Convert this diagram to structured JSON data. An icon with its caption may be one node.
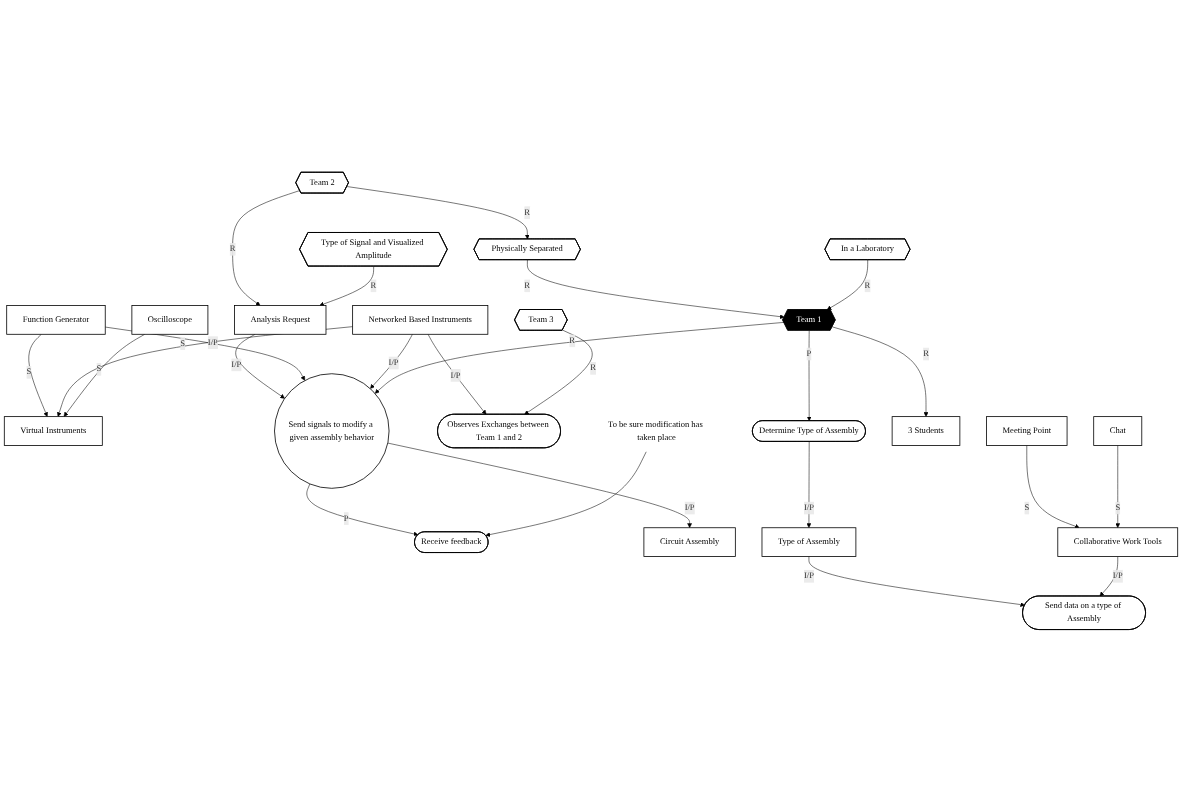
{
  "diagram": {
    "nodes": [
      {
        "text": [
          "Team 2"
        ]
      },
      {
        "text": [
          "Type of Signal and Visualized Amplitude"
        ]
      },
      {
        "text": [
          "Virtual Instruments"
        ]
      },
      {
        "text": [
          "Physically Separated"
        ]
      },
      {
        "text": [
          "Analysis Request"
        ]
      },
      {
        "text": [
          "Function Generator"
        ]
      },
      {
        "text": [
          "Networked Based Instruments"
        ]
      },
      {
        "text": [
          "Oscilloscope"
        ]
      },
      {
        "text": [
          "Team 1"
        ]
      },
      {
        "text": [
          "Send signals to modify a given assembly behavior"
        ]
      },
      {
        "text": [
          "Receive feedback"
        ]
      },
      {
        "text": [
          "Observes Exchanges between Team 1 and 2"
        ]
      },
      {
        "text": [
          "In a Laboratory"
        ]
      },
      {
        "text": [
          "To be sure modification has taken place"
        ]
      },
      {
        "text": [
          "Circuit Assembly"
        ]
      },
      {
        "text": [
          "Team 3"
        ]
      },
      {
        "text": [
          "Meeting Point"
        ]
      },
      {
        "text": [
          "3 Students"
        ]
      },
      {
        "text": [
          "Chat"
        ]
      },
      {
        "text": [
          "Determine Type of Assembly"
        ]
      },
      {
        "text": [
          "Type of Assembly"
        ]
      },
      {
        "text": [
          "Send data on a type of Assembly"
        ]
      },
      {
        "text": [
          "Collaborative Work Tools"
        ]
      }
    ],
    "edges": [
      {
        "from": 0,
        "to": 3,
        "label": "R",
        "arrow": "to"
      },
      {
        "from": 0,
        "to": 4,
        "label": "R",
        "arrow": "to"
      },
      {
        "from": 1,
        "to": 4,
        "label": "R",
        "arrow": "to"
      },
      {
        "from": 5,
        "to": 2,
        "label": "S",
        "arrow": "to"
      },
      {
        "from": 6,
        "to": 2,
        "label": "S",
        "arrow": "to"
      },
      {
        "from": 7,
        "to": 2,
        "label": "S",
        "arrow": "to"
      },
      {
        "from": 4,
        "to": 9,
        "label": "I/P",
        "arrow": "to"
      },
      {
        "from": 5,
        "to": 9,
        "label": "I/P",
        "arrow": "to"
      },
      {
        "from": 6,
        "to": 9,
        "label": "I/P",
        "arrow": "to"
      },
      {
        "from": 6,
        "to": 11,
        "label": "I/P",
        "arrow": "to"
      },
      {
        "from": 3,
        "to": 8,
        "label": "R",
        "arrow": "to"
      },
      {
        "from": 8,
        "to": 9,
        "label": "R",
        "arrow": "to"
      },
      {
        "from": 12,
        "to": 8,
        "label": "R",
        "arrow": "to"
      },
      {
        "from": 9,
        "to": 10,
        "label": "P",
        "arrow": "to"
      },
      {
        "from": 13,
        "to": 10,
        "arrow": "to"
      },
      {
        "from": 9,
        "to": 14,
        "label": "I/P",
        "arrow": "to"
      },
      {
        "from": 15,
        "to": 11,
        "label": "R",
        "arrow": "to"
      },
      {
        "from": 8,
        "to": 17,
        "label": "R",
        "arrow": "to"
      },
      {
        "from": 8,
        "to": 19,
        "label": "P",
        "arrow": "to"
      },
      {
        "from": 16,
        "to": 22,
        "label": "S",
        "arrow": "to"
      },
      {
        "from": 18,
        "to": 22,
        "label": "S",
        "arrow": "to"
      },
      {
        "from": 19,
        "to": 20,
        "label": "I/P",
        "arrow": "to"
      },
      {
        "from": 20,
        "to": 21,
        "label": "I/P",
        "arrow": "to"
      },
      {
        "from": 22,
        "to": 21,
        "label": "I/P",
        "arrow": "to"
      }
    ]
  }
}
